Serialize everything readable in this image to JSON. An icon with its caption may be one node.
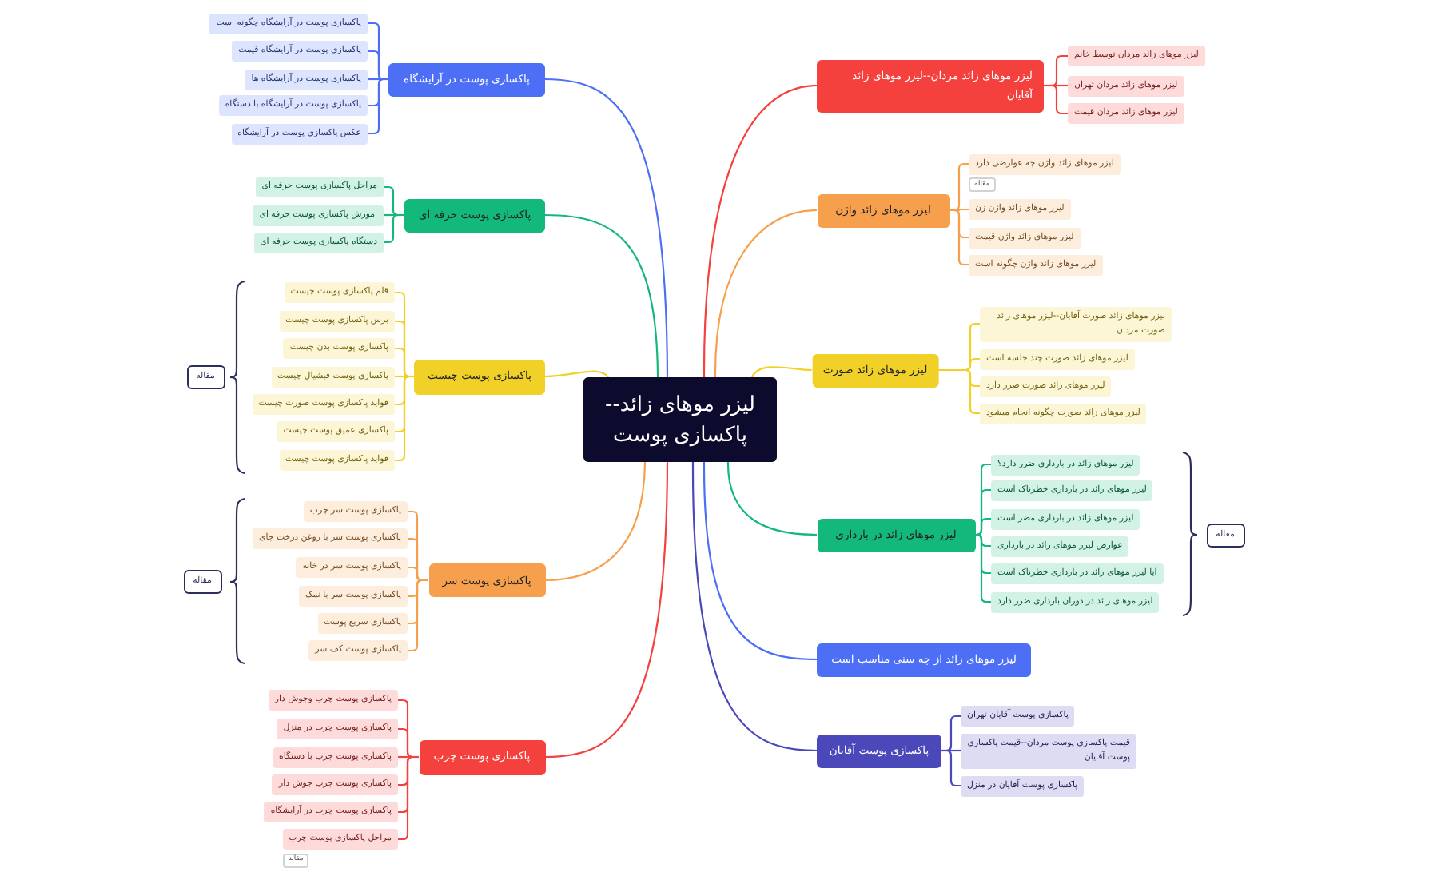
{
  "diagram": {
    "nodes": [
      {
        "text": [
          "لیزر موهای زائد--پاکسازی پوست"
        ]
      },
      {
        "text": [
          "لیزر موهای زائد مردان--لیزر موهای زائد آقایان"
        ]
      },
      {
        "text": [
          "لیزر موهای زائد مردان توسط خانم"
        ]
      },
      {
        "text": [
          "لیزر موهای زائد مردان تهران"
        ]
      },
      {
        "text": [
          "لیزر موهای زائد مردان قیمت"
        ]
      },
      {
        "text": [
          "لیزر موهای زائد واژن"
        ]
      },
      {
        "text": [
          "لیزر موهای زائد واژن چه عوارضی دارد"
        ],
        "beside": [
          "مقاله"
        ]
      },
      {
        "text": [
          "لیزر موهای زائد واژن زن"
        ]
      },
      {
        "text": [
          "لیزر موهای زائد واژن قیمت"
        ]
      },
      {
        "text": [
          "لیزر موهای زائد واژن چگونه است"
        ]
      },
      {
        "text": [
          "لیزر موهای زائد صورت"
        ]
      },
      {
        "text": [
          "لیزر موهای زائد صورت آقایان--لیزر موهای زائد صورت مردان"
        ]
      },
      {
        "text": [
          "لیزر موهای زائد صورت چند جلسه است"
        ]
      },
      {
        "text": [
          "لیزر موهای زائد صورت ضرر دارد"
        ]
      },
      {
        "text": [
          "لیزر موهای زائد صورت چگونه انجام میشود"
        ]
      },
      {
        "text": [
          "لیزر موهای زائد در بارداری"
        ]
      },
      {
        "text": [
          "لیزر موهای زائد در بارداری ضرر دارد؟"
        ]
      },
      {
        "text": [
          "لیزر موهای زائد در بارداری خطرناک است"
        ]
      },
      {
        "text": [
          "لیزر موهای زائد در بارداری مضر است"
        ]
      },
      {
        "text": [
          "عوارض لیزر موهای زائد در بارداری"
        ]
      },
      {
        "text": [
          "آیا لیزر موهای زائد در بارداری خطرناک است"
        ]
      },
      {
        "text": [
          "لیزر موهای زائد در دوران بارداری ضرر دارد"
        ]
      },
      {
        "text": [
          "مقاله"
        ]
      },
      {
        "text": [
          "لیزر موهای زائد از چه سنی مناسب است"
        ]
      },
      {
        "text": [
          "پاکسازی پوست آقایان"
        ]
      },
      {
        "text": [
          "پاکسازی پوست آقایان تهران"
        ]
      },
      {
        "text": [
          "قیمت پاکسازی پوست مردان--قیمت پاکسازی پوست آقایان"
        ]
      },
      {
        "text": [
          "پاکسازی پوست آقایان در منزل"
        ]
      },
      {
        "text": [
          "پاکسازی پوست در آرایشگاه"
        ]
      },
      {
        "text": [
          "پاکسازی پوست در آرایشگاه چگونه است"
        ]
      },
      {
        "text": [
          "پاکسازی پوست در آرایشگاه قیمت"
        ]
      },
      {
        "text": [
          "پاکسازی پوست در آرایشگاه ها"
        ]
      },
      {
        "text": [
          "پاکسازی پوست در آرایشگاه با دستگاه"
        ]
      },
      {
        "text": [
          "عکس پاکسازی پوست در آرایشگاه"
        ]
      },
      {
        "text": [
          "پاکسازی پوست حرفه ای"
        ]
      },
      {
        "text": [
          "مراحل پاکسازی پوست حرفه ای"
        ]
      },
      {
        "text": [
          "آموزش پاکسازی پوست حرفه ای"
        ]
      },
      {
        "text": [
          "دستگاه پاکسازی پوست حرفه ای"
        ]
      },
      {
        "text": [
          "پاکسازی پوست چیست"
        ]
      },
      {
        "text": [
          "قلم پاکسازی پوست چیست"
        ]
      },
      {
        "text": [
          "برس پاکسازی پوست چیست"
        ]
      },
      {
        "text": [
          "پاکسازی پوست بدن چیست"
        ]
      },
      {
        "text": [
          "پاکسازی پوست فیشیال چیست"
        ]
      },
      {
        "text": [
          "فواید پاکسازی پوست صورت چیست"
        ]
      },
      {
        "text": [
          "پاکسازی عمیق پوست چیست"
        ]
      },
      {
        "text": [
          "فواید پاکسازی پوست چیست"
        ]
      },
      {
        "text": [
          "مقاله"
        ]
      },
      {
        "text": [
          "پاکسازی پوست سر"
        ]
      },
      {
        "text": [
          "پاکسازی پوست سر چرب"
        ]
      },
      {
        "text": [
          "پاکسازی پوست سر با روغن درخت چای"
        ]
      },
      {
        "text": [
          "پاکسازی پوست سر در خانه"
        ]
      },
      {
        "text": [
          "پاکسازی پوست سر با نمک"
        ]
      },
      {
        "text": [
          "پاکسازی سریع پوست"
        ]
      },
      {
        "text": [
          "پاکسازی پوست کف سر"
        ]
      },
      {
        "text": [
          "مقاله"
        ]
      },
      {
        "text": [
          "پاکسازی پوست چرب"
        ]
      },
      {
        "text": [
          "پاکسازی پوست چرب وجوش دار"
        ]
      },
      {
        "text": [
          "پاکسازی پوست چرب در منزل"
        ]
      },
      {
        "text": [
          "پاکسازی پوست چرب با دستگاه"
        ]
      },
      {
        "text": [
          "پاکسازی پوست چرب جوش دار"
        ]
      },
      {
        "text": [
          "پاکسازی پوست چرب در آرایشگاه"
        ]
      },
      {
        "text": [
          "مراحل پاکسازی پوست چرب"
        ],
        "beside": [
          "مقاله"
        ]
      }
    ],
    "edges": [
      {
        "from": 0,
        "to": 1,
        "arrow": "none",
        "color": "#f5413e"
      },
      {
        "from": 1,
        "to": 2,
        "arrow": "none",
        "color": "#f5413e"
      },
      {
        "from": 1,
        "to": 3,
        "arrow": "none",
        "color": "#f5413e"
      },
      {
        "from": 1,
        "to": 4,
        "arrow": "none",
        "color": "#f5413e"
      },
      {
        "from": 0,
        "to": 5,
        "arrow": "none",
        "color": "#f6a04d"
      },
      {
        "from": 5,
        "to": 6,
        "arrow": "none",
        "color": "#f6a04d"
      },
      {
        "from": 5,
        "to": 7,
        "arrow": "none",
        "color": "#f6a04d"
      },
      {
        "from": 5,
        "to": 8,
        "arrow": "none",
        "color": "#f6a04d"
      },
      {
        "from": 5,
        "to": 9,
        "arrow": "none",
        "color": "#f6a04d"
      },
      {
        "from": 0,
        "to": 10,
        "arrow": "none",
        "color": "#f1d027"
      },
      {
        "from": 10,
        "to": 11,
        "arrow": "none",
        "color": "#f1d027"
      },
      {
        "from": 10,
        "to": 12,
        "arrow": "none",
        "color": "#f1d027"
      },
      {
        "from": 10,
        "to": 13,
        "arrow": "none",
        "color": "#f1d027"
      },
      {
        "from": 10,
        "to": 14,
        "arrow": "none",
        "color": "#f1d027"
      },
      {
        "from": 0,
        "to": 15,
        "arrow": "none",
        "color": "#13b97b"
      },
      {
        "from": 15,
        "to": 16,
        "arrow": "none",
        "color": "#13b97b"
      },
      {
        "from": 15,
        "to": 17,
        "arrow": "none",
        "color": "#13b97b"
      },
      {
        "from": 15,
        "to": 18,
        "arrow": "none",
        "color": "#13b97b"
      },
      {
        "from": 15,
        "to": 19,
        "arrow": "none",
        "color": "#13b97b"
      },
      {
        "from": 15,
        "to": 20,
        "arrow": "none",
        "color": "#13b97b"
      },
      {
        "from": 15,
        "to": 21,
        "arrow": "none",
        "color": "#13b97b"
      },
      {
        "from": 0,
        "to": 23,
        "arrow": "none",
        "color": "#4d6ff6"
      },
      {
        "from": 0,
        "to": 24,
        "arrow": "none",
        "color": "#4b48b9"
      },
      {
        "from": 24,
        "to": 25,
        "arrow": "none",
        "color": "#4b48b9"
      },
      {
        "from": 24,
        "to": 26,
        "arrow": "none",
        "color": "#4b48b9"
      },
      {
        "from": 24,
        "to": 27,
        "arrow": "none",
        "color": "#4b48b9"
      },
      {
        "from": 0,
        "to": 28,
        "arrow": "none",
        "color": "#4d6ff6"
      },
      {
        "from": 28,
        "to": 29,
        "arrow": "none",
        "color": "#4d6ff6"
      },
      {
        "from": 28,
        "to": 30,
        "arrow": "none",
        "color": "#4d6ff6"
      },
      {
        "from": 28,
        "to": 31,
        "arrow": "none",
        "color": "#4d6ff6"
      },
      {
        "from": 28,
        "to": 32,
        "arrow": "none",
        "color": "#4d6ff6"
      },
      {
        "from": 28,
        "to": 33,
        "arrow": "none",
        "color": "#4d6ff6"
      },
      {
        "from": 0,
        "to": 34,
        "arrow": "none",
        "color": "#13b97b"
      },
      {
        "from": 34,
        "to": 35,
        "arrow": "none",
        "color": "#13b97b"
      },
      {
        "from": 34,
        "to": 36,
        "arrow": "none",
        "color": "#13b97b"
      },
      {
        "from": 34,
        "to": 37,
        "arrow": "none",
        "color": "#13b97b"
      },
      {
        "from": 0,
        "to": 38,
        "arrow": "none",
        "color": "#f1d027"
      },
      {
        "from": 38,
        "to": 39,
        "arrow": "none",
        "color": "#f1d027"
      },
      {
        "from": 38,
        "to": 40,
        "arrow": "none",
        "color": "#f1d027"
      },
      {
        "from": 38,
        "to": 41,
        "arrow": "none",
        "color": "#f1d027"
      },
      {
        "from": 38,
        "to": 42,
        "arrow": "none",
        "color": "#f1d027"
      },
      {
        "from": 38,
        "to": 43,
        "arrow": "none",
        "color": "#f1d027"
      },
      {
        "from": 38,
        "to": 44,
        "arrow": "none",
        "color": "#f1d027"
      },
      {
        "from": 38,
        "to": 45,
        "arrow": "none",
        "color": "#f1d027"
      },
      {
        "from": 0,
        "to": 47,
        "arrow": "none",
        "color": "#f6a04d"
      },
      {
        "from": 47,
        "to": 48,
        "arrow": "none",
        "color": "#f6a04d"
      },
      {
        "from": 47,
        "to": 49,
        "arrow": "none",
        "color": "#f6a04d"
      },
      {
        "from": 47,
        "to": 50,
        "arrow": "none",
        "color": "#f6a04d"
      },
      {
        "from": 47,
        "to": 51,
        "arrow": "none",
        "color": "#f6a04d"
      },
      {
        "from": 47,
        "to": 52,
        "arrow": "none",
        "color": "#f6a04d"
      },
      {
        "from": 47,
        "to": 53,
        "arrow": "none",
        "color": "#f6a04d"
      },
      {
        "from": 0,
        "to": 55,
        "arrow": "none",
        "color": "#f5413e"
      },
      {
        "from": 55,
        "to": 56,
        "arrow": "none",
        "color": "#f5413e"
      },
      {
        "from": 55,
        "to": 57,
        "arrow": "none",
        "color": "#f5413e"
      },
      {
        "from": 55,
        "to": 58,
        "arrow": "none",
        "color": "#f5413e"
      },
      {
        "from": 55,
        "to": 59,
        "arrow": "none",
        "color": "#f5413e"
      },
      {
        "from": 55,
        "to": 60,
        "arrow": "none",
        "color": "#f5413e"
      },
      {
        "from": 55,
        "to": 61,
        "arrow": "none",
        "color": "#f5413e"
      }
    ]
  }
}
